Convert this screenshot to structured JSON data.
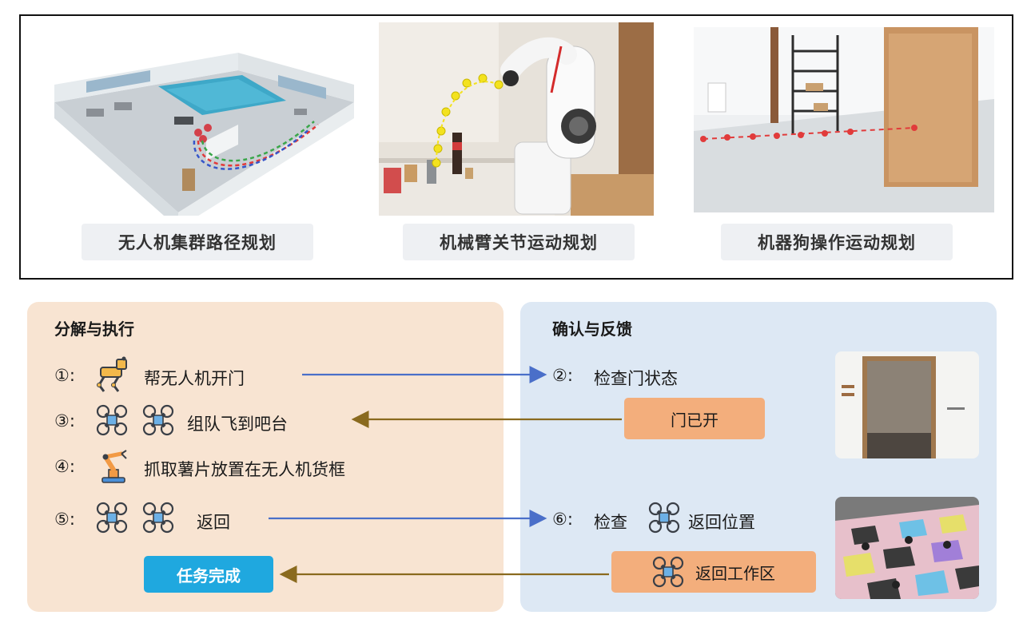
{
  "top": {
    "captions": [
      "无人机集群路径规划",
      "机械臂关节运动规划",
      "机器狗操作运动规划"
    ]
  },
  "left_panel": {
    "title": "分解与执行",
    "steps": [
      {
        "num": "①:",
        "text": "帮无人机开门",
        "icon": "robot-dog-icon"
      },
      {
        "num": "③:",
        "text": "组队飞到吧台",
        "icon": "drone-icon"
      },
      {
        "num": "④:",
        "text": "抓取薯片放置在无人机货框",
        "icon": "robot-arm-icon"
      },
      {
        "num": "⑤:",
        "text": "返回",
        "icon": "drone-icon"
      }
    ],
    "done_label": "任务完成"
  },
  "right_panel": {
    "title": "确认与反馈",
    "checks": [
      {
        "num": "②:",
        "text": "检查门状态"
      },
      {
        "num": "⑥:",
        "text_before": "检查",
        "text_after": "返回位置"
      }
    ],
    "door_open_label": "门已开",
    "return_area_label": "返回工作区"
  },
  "colors": {
    "left_panel_bg": "#f8e4d2",
    "right_panel_bg": "#dde8f4",
    "forward_arrow": "#4a6fc9",
    "feedback_arrow": "#8a6a1e",
    "tag_orange": "#f3ae7c",
    "tag_blue": "#1fa8df"
  }
}
